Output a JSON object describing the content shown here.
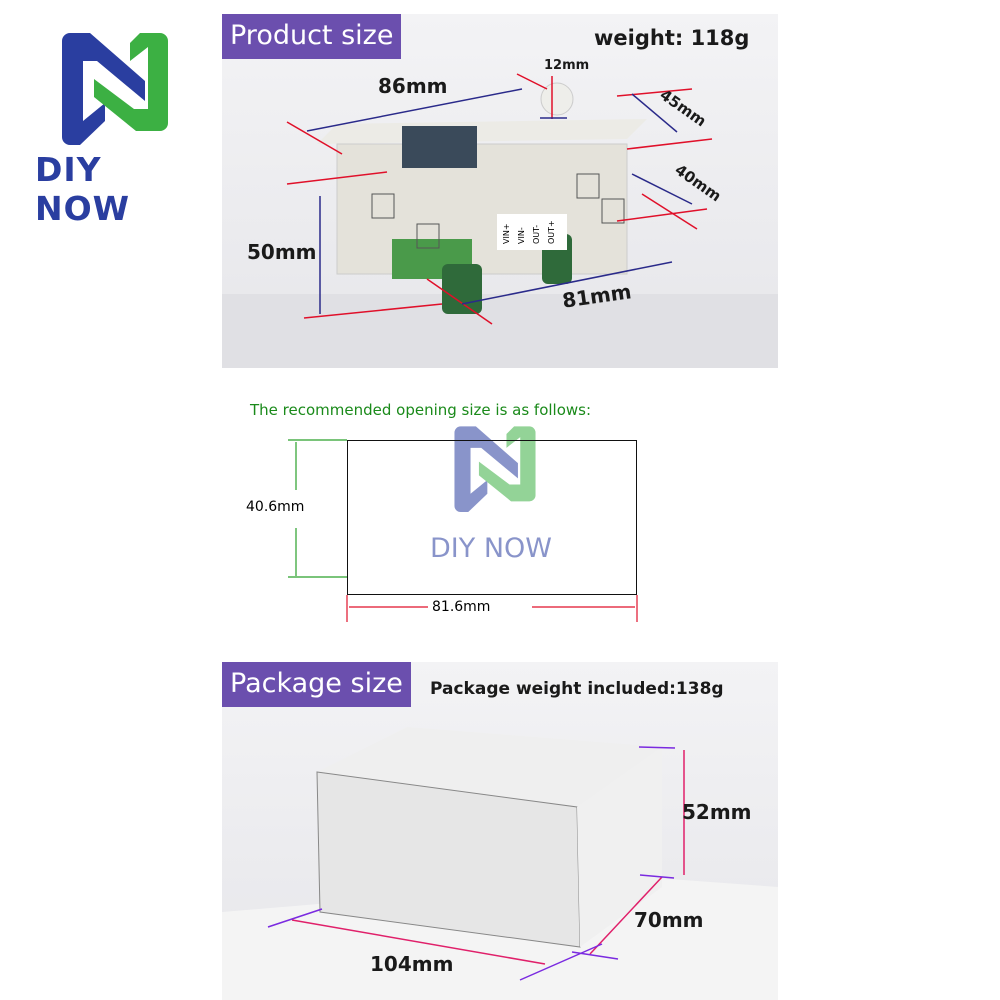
{
  "logo": {
    "text": "DIY NOW",
    "colors": {
      "blue": "#2a3ea0",
      "green": "#3cb043"
    }
  },
  "product": {
    "title": "Product size",
    "weight": "weight: 118g",
    "dims": {
      "width": "86mm",
      "knob": "12mm",
      "depth_top": "45mm",
      "depth_body": "40mm",
      "height": "50mm",
      "bottom": "81mm"
    },
    "terminal_labels": [
      "VIN+",
      "VIN-",
      "OUT-",
      "OUT+"
    ]
  },
  "opening": {
    "caption": "The recommended opening size is as follows:",
    "height": "40.6mm",
    "width": "81.6mm",
    "watermark": "DIY NOW"
  },
  "package": {
    "title": "Package size",
    "weight": "Package weight included:138g",
    "dims": {
      "height": "52mm",
      "depth": "70mm",
      "width": "104mm"
    }
  },
  "colors": {
    "tag": "#6b4fae",
    "caption": "#1a8a1a",
    "dim_line_red": "#e0102a",
    "dim_line_blue": "#2a2a8a",
    "box_line_pink": "#e0206a",
    "box_line_purple": "#7a2ae0"
  }
}
